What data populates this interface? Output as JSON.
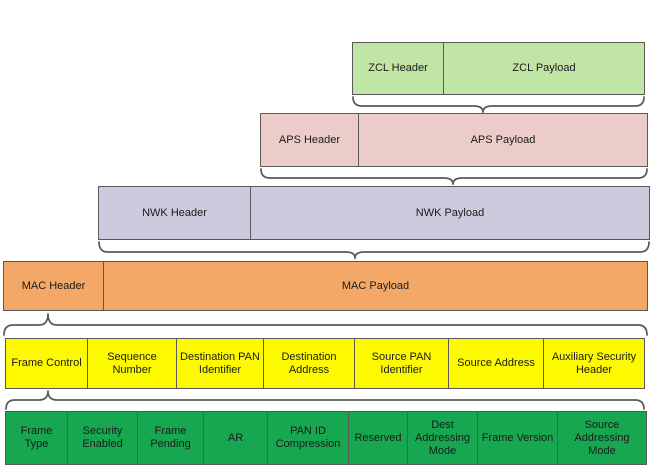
{
  "diagram": {
    "layers": [
      {
        "name": "ZCL",
        "header": "ZCL Header",
        "payload": "ZCL Payload",
        "fill": "#c0e5a4"
      },
      {
        "name": "APS",
        "header": "APS Header",
        "payload": "APS Payload",
        "fill": "#ecccc9"
      },
      {
        "name": "NWK",
        "header": "NWK Header",
        "payload": "NWK Payload",
        "fill": "#cfc9dd"
      },
      {
        "name": "MAC",
        "header": "MAC Header",
        "payload": "MAC Payload",
        "fill": "#f3a867"
      }
    ],
    "mac_header_fields": {
      "fill": "#fdfa00",
      "cells": [
        "Frame Control",
        "Sequence Number",
        "Destination PAN Identifier",
        "Destination Address",
        "Source PAN Identifier",
        "Source Address",
        "Auxiliary Security Header"
      ]
    },
    "frame_control_fields": {
      "fill": "#17a750",
      "cells": [
        "Frame Type",
        "Security Enabled",
        "Frame Pending",
        "AR",
        "PAN ID Compression",
        "Reserved",
        "Dest Addressing Mode",
        "Frame Version",
        "Source Addressing Mode"
      ]
    },
    "border_color": "#595959",
    "text_color": "#1b1b1b"
  }
}
